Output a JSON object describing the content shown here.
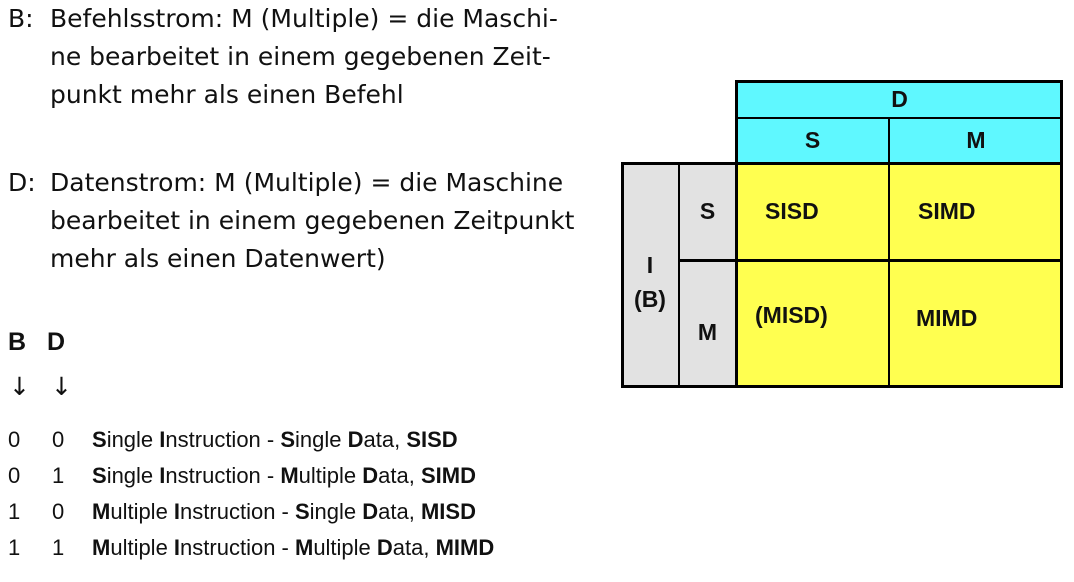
{
  "para_b": {
    "prefix": "B:",
    "lines": [
      "Befehlsstrom: M (Multiple) = die Maschi-",
      "ne bearbeitet in einem gegebenen Zeit-",
      "punkt mehr als einen Befehl"
    ]
  },
  "para_d": {
    "prefix": "D:",
    "lines": [
      "Datenstrom: M (Multiple) = die Maschine",
      "bearbeitet in einem gegebenen Zeitpunkt",
      "mehr als einen Datenwert)"
    ]
  },
  "columns": {
    "b_label": "B",
    "d_label": "D",
    "arrow": "↓"
  },
  "rows": [
    {
      "b": "0",
      "d": "0",
      "w1b": "S",
      "w1r": "ingle ",
      "w2b": "I",
      "w2r": "nstruction - ",
      "w3b": "S",
      "w3r": "ingle ",
      "w4b": "D",
      "w4r": "ata, ",
      "code": "SISD"
    },
    {
      "b": "0",
      "d": "1",
      "w1b": "S",
      "w1r": "ingle ",
      "w2b": "I",
      "w2r": "nstruction - ",
      "w3b": "M",
      "w3r": "ultiple ",
      "w4b": "D",
      "w4r": "ata, ",
      "code": "SIMD"
    },
    {
      "b": "1",
      "d": "0",
      "w1b": "M",
      "w1r": "ultiple ",
      "w2b": "I",
      "w2r": "nstruction - ",
      "w3b": "S",
      "w3r": "ingle ",
      "w4b": "D",
      "w4r": "ata, ",
      "code": "MISD"
    },
    {
      "b": "1",
      "d": "1",
      "w1b": "M",
      "w1r": "ultiple ",
      "w2b": "I",
      "w2r": "nstruction - ",
      "w3b": "M",
      "w3r": "ultiple ",
      "w4b": "D",
      "w4r": "ata, ",
      "code": "MIMD"
    }
  ],
  "table": {
    "d_header": "D",
    "d_sub": [
      "S",
      "M"
    ],
    "i_header_1": "I",
    "i_header_2": "(B)",
    "i_sub": [
      "S",
      "M"
    ],
    "cells": {
      "ss": "SISD",
      "sm": "SIMD",
      "ms": "(MISD)",
      "mm": "MIMD"
    },
    "colors": {
      "header": "#5ff8ff",
      "cells": "#ffff50",
      "row_header": "#e2e2e2",
      "border": "#000000"
    }
  }
}
